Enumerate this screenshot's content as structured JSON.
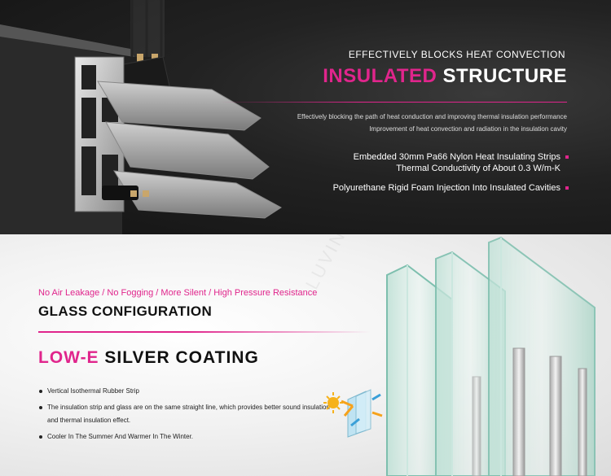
{
  "top": {
    "kicker": "EFFECTIVELY BLOCKS HEAT CONVECTION",
    "headline_accent": "INSULATED",
    "headline_rest": " STRUCTURE",
    "desc_line1": "Effectively blocking the path of heat conduction and improving thermal insulation performance",
    "desc_line2": "Improvement of heat convection and radiation in the insulation cavity",
    "feature1_line1": "Embedded 30mm Pa66 Nylon Heat Insulating Strips",
    "feature1_line2": "Thermal Conductivity of About 0.3 W/m-K",
    "feature2": "Polyurethane Rigid Foam Injection Into Insulated Cavities"
  },
  "bottom": {
    "subheading": "No Air Leakage / No Fogging / More Silent / High Pressure Resistance",
    "title": "GLASS CONFIGURATION",
    "headline_accent": "LOW-E",
    "headline_rest": " SILVER COATING",
    "bullets": [
      "Vertical Isothermal Rubber Strip",
      "The insulation strip and glass are on the same straight line, which provides better sound insulation and thermal insulation effect.",
      "Cooler In The Summer And Warmer In The Winter."
    ],
    "watermark": "LUVINDOW"
  },
  "colors": {
    "accent": "#e0258c",
    "dark_bg": "#1e1e1e",
    "light_bg": "#efefef"
  }
}
